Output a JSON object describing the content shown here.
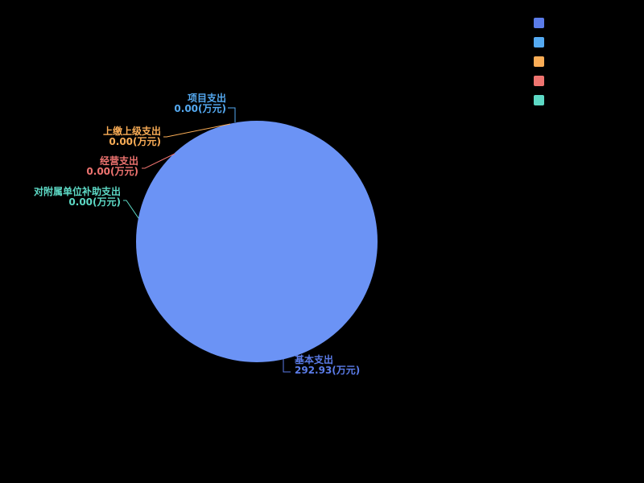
{
  "chart_data": {
    "type": "pie",
    "title": "",
    "unit": "万元",
    "background_color": "#000000",
    "pie_color": "#6b93f5",
    "legend_position": "right",
    "categories": [
      "基本支出",
      "项目支出",
      "上缴上级支出",
      "经营支出",
      "对附属单位补助支出"
    ],
    "values": [
      292.93,
      0.0,
      0.0,
      0.0,
      0.0
    ],
    "items": [
      {
        "name": "基本支出",
        "value": 292.93,
        "value_label": "292.93(万元)",
        "color": "#5b7ce9"
      },
      {
        "name": "项目支出",
        "value": 0.0,
        "value_label": "0.00(万元)",
        "color": "#55aaf2"
      },
      {
        "name": "上缴上级支出",
        "value": 0.0,
        "value_label": "0.00(万元)",
        "color": "#faad56"
      },
      {
        "name": "经营支出",
        "value": 0.0,
        "value_label": "0.00(万元)",
        "color": "#ef7470"
      },
      {
        "name": "对附属单位补助支出",
        "value": 0.0,
        "value_label": "0.00(万元)",
        "color": "#5dd9c5"
      }
    ],
    "legend_colors": [
      "#5b7ce9",
      "#55aaf2",
      "#faad56",
      "#ef7470",
      "#5dd9c5"
    ]
  }
}
